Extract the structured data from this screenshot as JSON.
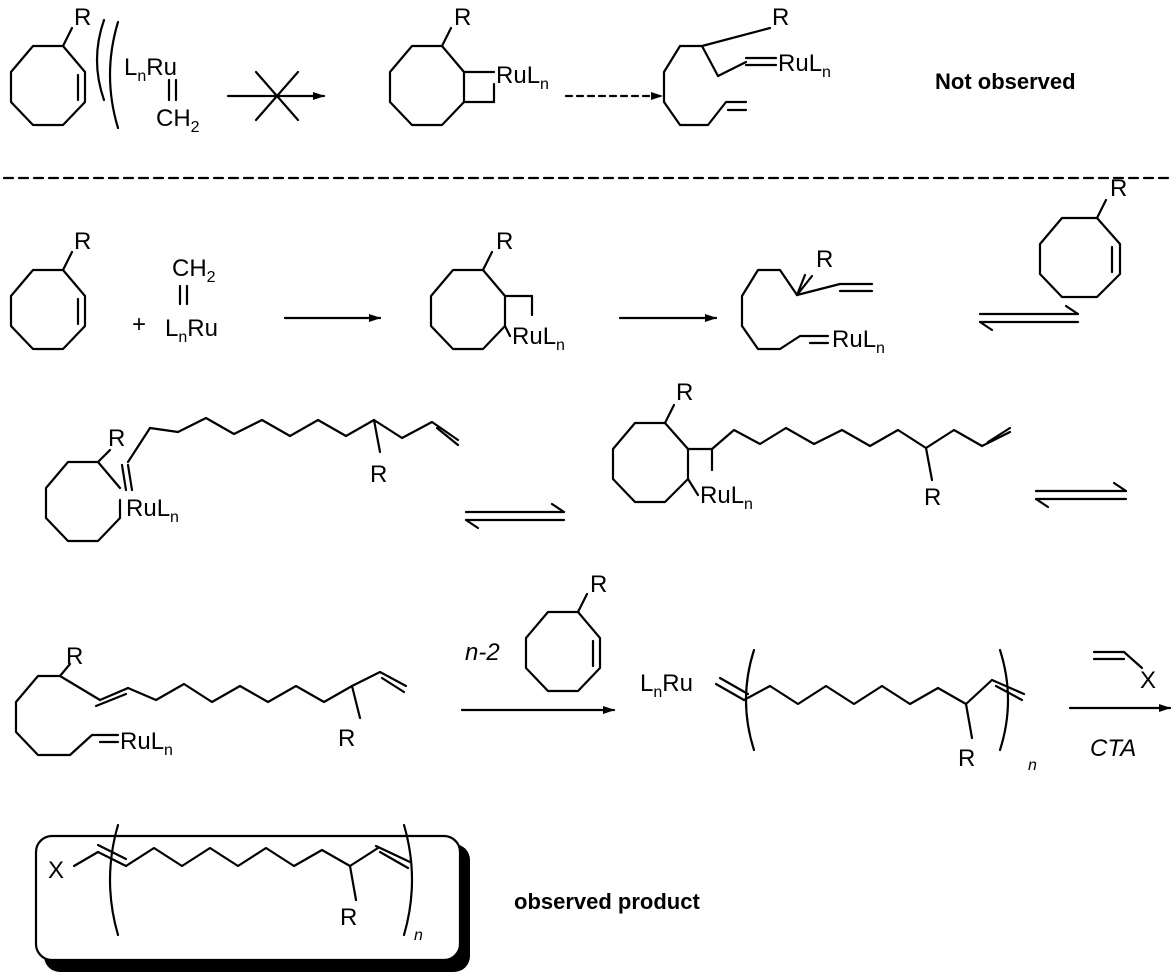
{
  "labels": {
    "r": "R",
    "ru_l": "L",
    "ru_ru": "Ru",
    "ru_n": "n",
    "ch": "CH",
    "two": "2",
    "plus": "+",
    "x": "X",
    "n_italic": "n",
    "n_minus_2": "n-2",
    "cta": "CTA"
  },
  "annotations": {
    "not_observed": "Not observed",
    "observed_product": "observed product"
  }
}
